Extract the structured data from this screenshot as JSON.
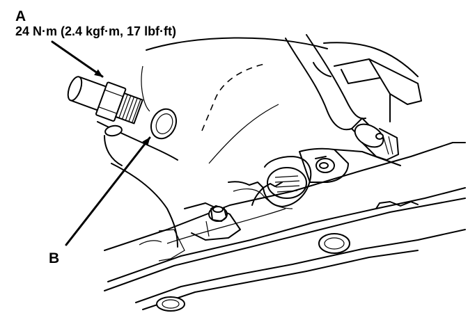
{
  "callouts": {
    "a": {
      "letter": "A",
      "torque_spec": "24 N·m (2.4 kgf·m, 17 lbf·ft)"
    },
    "b": {
      "letter": "B"
    }
  },
  "colors": {
    "line": "#000000",
    "background": "#ffffff"
  }
}
